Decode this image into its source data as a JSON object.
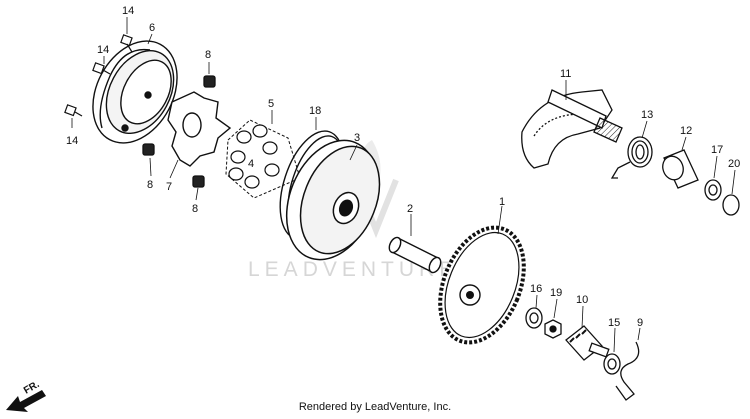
{
  "diagram": {
    "watermark": "LEADVENTURE",
    "footer": "Rendered by LeadVenture, Inc.",
    "direction_label": "FR.",
    "callouts": [
      "14",
      "6",
      "14",
      "8",
      "14",
      "8",
      "7",
      "8",
      "5",
      "4",
      "18",
      "3",
      "2",
      "1",
      "11",
      "13",
      "12",
      "17",
      "20",
      "16",
      "19",
      "10",
      "15",
      "9"
    ]
  }
}
